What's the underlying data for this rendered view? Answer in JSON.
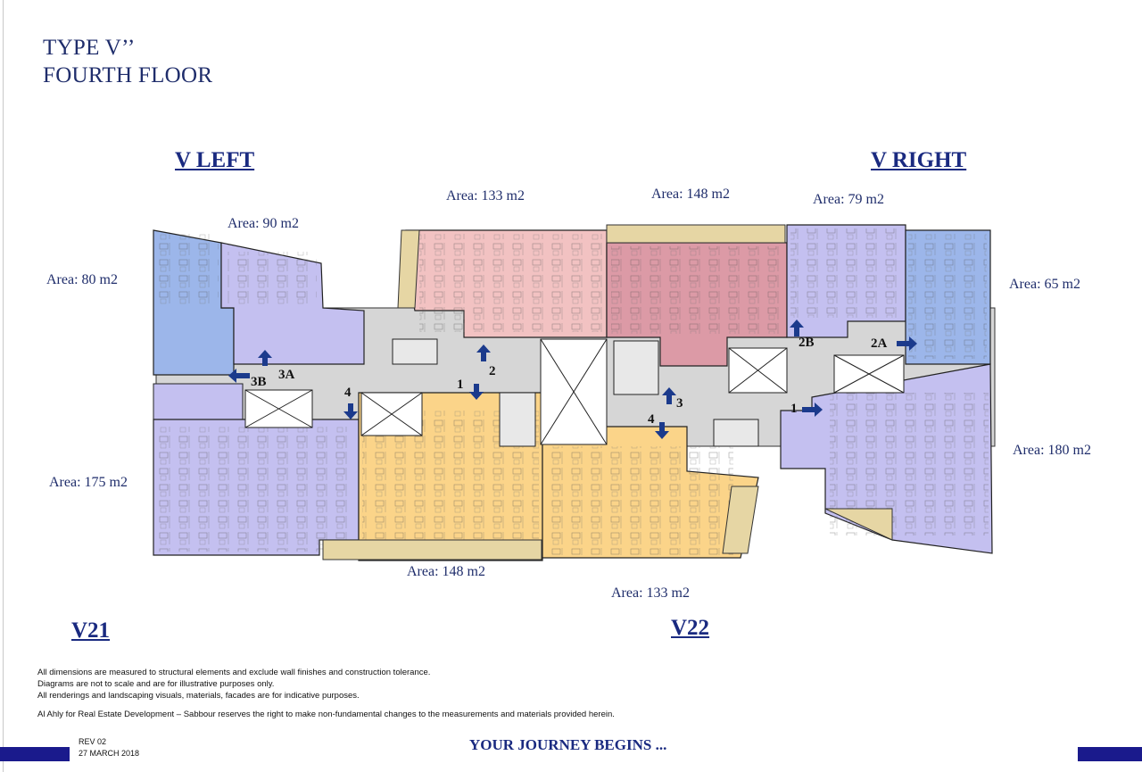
{
  "title": {
    "line1": "TYPE V’’",
    "line2": "FOURTH FLOOR"
  },
  "sections": {
    "v_left": "V LEFT",
    "v_right": "V RIGHT",
    "v21": "V21",
    "v22": "V22"
  },
  "areas": {
    "a90": "Area: 90 m2",
    "a80": "Area: 80 m2",
    "a175": "Area: 175 m2",
    "a133_top": "Area: 133 m2",
    "a148_top": "Area: 148 m2",
    "a79": "Area: 79 m2",
    "a65": "Area: 65 m2",
    "a180": "Area: 180 m2",
    "a148_bottom": "Area: 148 m2",
    "a133_bottom": "Area: 133 m2"
  },
  "entrances": {
    "e1_left": "1",
    "e2": "2",
    "e3a": "3A",
    "e3b": "3B",
    "e4_left": "4",
    "e3": "3",
    "e4_right": "4",
    "e2b": "2B",
    "e2a": "2A",
    "e1_right": "1"
  },
  "notes": {
    "n1": "All dimensions are measured to structural elements and exclude wall finishes and construction tolerance.",
    "n2": "Diagrams are not to scale and are for illustrative purposes only.",
    "n3": "All renderings and landscaping visuals, materials, facades are for indicative purposes.",
    "n4": "Al Ahly for Real Estate Development – Sabbour reserves the right to make non-fundamental changes to the measurements and materials provided herein."
  },
  "revision": {
    "rev": "REV 02",
    "date": "27 MARCH 2018"
  },
  "tagline": "YOUR JOURNEY BEGINS ...",
  "colors": {
    "blue_unit": "#9cb6ea",
    "lavender_unit": "#c4c0f0",
    "pink_unit": "#f2c2c2",
    "rose_unit": "#dc9aa6",
    "yellow_unit": "#fbd489",
    "corridor": "#d6d6d6",
    "arrow": "#1b3a8c",
    "text": "#1f2d6b"
  }
}
